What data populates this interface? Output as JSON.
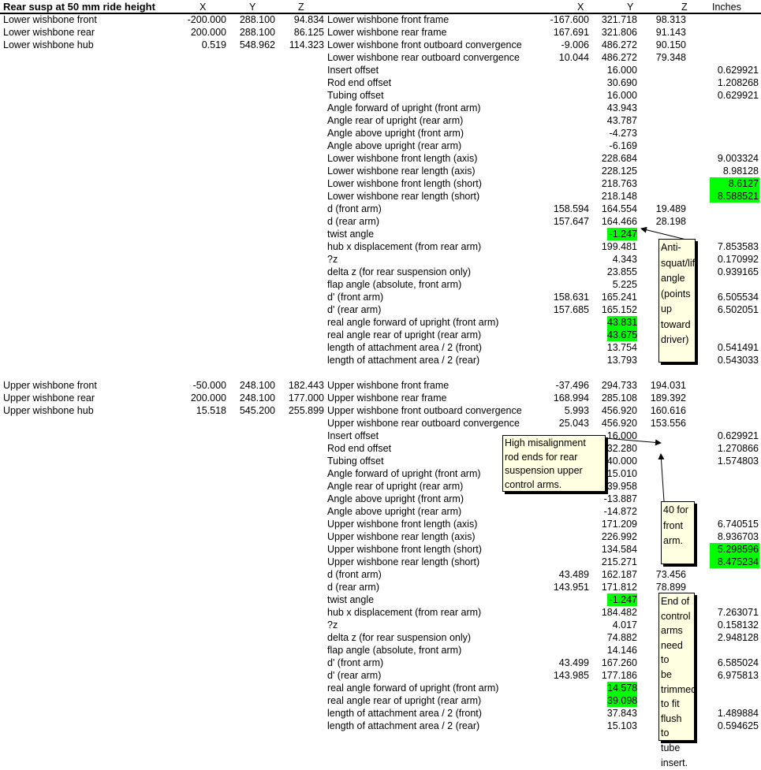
{
  "header": {
    "title": "Rear susp at 50 mm ride height",
    "left_cols": [
      "X",
      "Y",
      "Z"
    ],
    "right_cols": [
      "X",
      "Y",
      "Z",
      "Inches"
    ]
  },
  "sections": [
    {
      "name": "lower",
      "left_rows": [
        {
          "label": "Lower wishbone front",
          "x": "-200.000",
          "y": "288.100",
          "z": "94.834"
        },
        {
          "label": "Lower wishbone rear",
          "x": "200.000",
          "y": "288.100",
          "z": "86.125"
        },
        {
          "label": "Lower wishbone hub",
          "x": "0.519",
          "y": "548.962",
          "z": "114.323"
        }
      ],
      "right_rows": [
        {
          "label": "Lower wishbone front frame",
          "x": "-167.600",
          "y": "321.718",
          "z": "98.313"
        },
        {
          "label": "Lower wishbone rear frame",
          "x": "167.691",
          "y": "321.806",
          "z": "91.143"
        },
        {
          "label": "Lower wishbone front outboard convergence",
          "x": "-9.006",
          "y": "486.272",
          "z": "90.150"
        },
        {
          "label": "Lower wishbone rear outboard convergence",
          "x": "10.044",
          "y": "486.272",
          "z": "79.348"
        },
        {
          "label": "Insert offset",
          "y": "16.000",
          "in": "0.629921"
        },
        {
          "label": "Rod end offset",
          "y": "30.690",
          "in": "1.208268"
        },
        {
          "label": "Tubing offset",
          "y": "16.000",
          "in": "0.629921"
        },
        {
          "label": "Angle forward of upright (front arm)",
          "y": "43.943"
        },
        {
          "label": "Angle rear of upright (rear arm)",
          "y": "43.787"
        },
        {
          "label": "Angle above upright (front arm)",
          "y": "-4.273"
        },
        {
          "label": "Angle above upright (rear arm)",
          "y": "-6.169"
        },
        {
          "label": "Lower wishbone front length (axis)",
          "y": "228.684",
          "in": "9.003324"
        },
        {
          "label": "Lower wishbone rear length (axis)",
          "y": "228.125",
          "in": "8.98128"
        },
        {
          "label": "Lower wishbone front length (short)",
          "y": "218.763",
          "in": "8.6127",
          "hl_in": true
        },
        {
          "label": "Lower wishbone rear length (short)",
          "y": "218.148",
          "in": "8.588521",
          "hl_in": true
        },
        {
          "label": "d (front arm)",
          "x": "158.594",
          "y": "164.554",
          "z": "19.489"
        },
        {
          "label": "d (rear arm)",
          "x": "157.647",
          "y": "164.466",
          "z": "28.198"
        },
        {
          "label": "twist angle",
          "y": "-1.247",
          "hl_y": true
        },
        {
          "label": "hub x displacement (from rear arm)",
          "y": "199.481",
          "in": "7.853583"
        },
        {
          "label": "?z",
          "y": "4.343",
          "in": "0.170992"
        },
        {
          "label": "delta z (for rear suspension only)",
          "y": "23.855",
          "in": "0.939165"
        },
        {
          "label": "flap angle (absolute, front arm)",
          "y": "5.225"
        },
        {
          "label": "d' (front arm)",
          "x": "158.631",
          "y": "165.241",
          "in": "6.505534"
        },
        {
          "label": "d' (rear arm)",
          "x": "157.685",
          "y": "165.152",
          "in": "6.502051"
        },
        {
          "label": "real angle forward of upright (front arm)",
          "y": "43.831",
          "hl_y": true
        },
        {
          "label": "real angle rear of upright (rear arm)",
          "y": "43.675",
          "hl_y": true
        },
        {
          "label": "length of attachment area / 2 (front)",
          "y": "13.754",
          "in": "0.541491"
        },
        {
          "label": "length of attachment area / 2 (rear)",
          "y": "13.793",
          "in": "0.543033"
        }
      ]
    },
    {
      "name": "upper",
      "left_rows": [
        {
          "label": "Upper wishbone front",
          "x": "-50.000",
          "y": "248.100",
          "z": "182.443"
        },
        {
          "label": "Upper wishbone rear",
          "x": "200.000",
          "y": "248.100",
          "z": "177.000"
        },
        {
          "label": "Upper wishbone hub",
          "x": "15.518",
          "y": "545.200",
          "z": "255.899"
        }
      ],
      "right_rows": [
        {
          "label": "Upper wishbone front frame",
          "x": "-37.496",
          "y": "294.733",
          "z": "194.031"
        },
        {
          "label": "Upper wishbone rear frame",
          "x": "168.994",
          "y": "285.108",
          "z": "189.392"
        },
        {
          "label": "Upper wishbone front outboard convergence",
          "x": "5.993",
          "y": "456.920",
          "z": "160.616"
        },
        {
          "label": "Upper wishbone rear outboard convergence",
          "x": "25.043",
          "y": "456.920",
          "z": "153.556"
        },
        {
          "label": "Insert offset",
          "y": "16.000",
          "in": "0.629921"
        },
        {
          "label": "Rod end offset",
          "y": "32.280",
          "in": "1.270866"
        },
        {
          "label": "Tubing offset",
          "y": "40.000",
          "in": "1.574803"
        },
        {
          "label": "Angle forward of upright (front arm)",
          "y": "15.010"
        },
        {
          "label": "Angle rear of upright (rear arm)",
          "y": "39.958"
        },
        {
          "label": "Angle above upright (front arm)",
          "y": "-13.887"
        },
        {
          "label": "Angle above upright (rear arm)",
          "y": "-14.872"
        },
        {
          "label": "Upper wishbone front length (axis)",
          "y": "171.209",
          "in": "6.740515"
        },
        {
          "label": "Upper wishbone rear length (axis)",
          "y": "226.992",
          "in": "8.936703"
        },
        {
          "label": "Upper wishbone front length (short)",
          "y": "134.584",
          "in": "5.298596",
          "hl_in": true
        },
        {
          "label": "Upper wishbone rear length (short)",
          "y": "215.271",
          "in": "8.475234",
          "hl_in": true
        },
        {
          "label": "d (front arm)",
          "x": "43.489",
          "y": "162.187",
          "z": "73.456"
        },
        {
          "label": "d (rear arm)",
          "x": "143.951",
          "y": "171.812",
          "z": "78.899"
        },
        {
          "label": "twist angle",
          "y": "-1.247",
          "hl_y": true
        },
        {
          "label": "hub x displacement (from rear arm)",
          "y": "184.482",
          "in": "7.263071"
        },
        {
          "label": "?z",
          "y": "4.017",
          "in": "0.158132"
        },
        {
          "label": "delta z (for rear suspension only)",
          "y": "74.882",
          "in": "2.948128"
        },
        {
          "label": "flap angle (absolute, front arm)",
          "y": "14.146"
        },
        {
          "label": "d' (front arm)",
          "x": "43.499",
          "y": "167.260",
          "in": "6.585024"
        },
        {
          "label": "d' (rear arm)",
          "x": "143.985",
          "y": "177.186",
          "in": "6.975813"
        },
        {
          "label": "real angle forward of upright (front arm)",
          "y": "14.578",
          "hl_y": true
        },
        {
          "label": "real angle rear of upright (rear arm)",
          "y": "39.098",
          "hl_y": true
        },
        {
          "label": "length of attachment area / 2 (front)",
          "y": "37.843",
          "in": "1.489884"
        },
        {
          "label": "length of attachment area / 2 (rear)",
          "y": "15.103",
          "in": "0.594625"
        }
      ]
    }
  ],
  "notes": {
    "anti_squat": [
      "Anti-",
      "squat/lift",
      "angle",
      "(points",
      "up",
      "toward",
      "driver)"
    ],
    "misalignment": [
      "High misalignment",
      "rod ends for rear",
      "suspension upper",
      "control arms."
    ],
    "front_arm": [
      "40 for",
      "front",
      "arm."
    ],
    "trim": [
      "End of",
      "control",
      "arms",
      "need to",
      "be",
      "trimmed",
      "to fit",
      "flush to",
      "tube",
      "insert."
    ]
  },
  "colors": {
    "highlight": "#00ff00",
    "note_bg": "#ffffe1"
  }
}
